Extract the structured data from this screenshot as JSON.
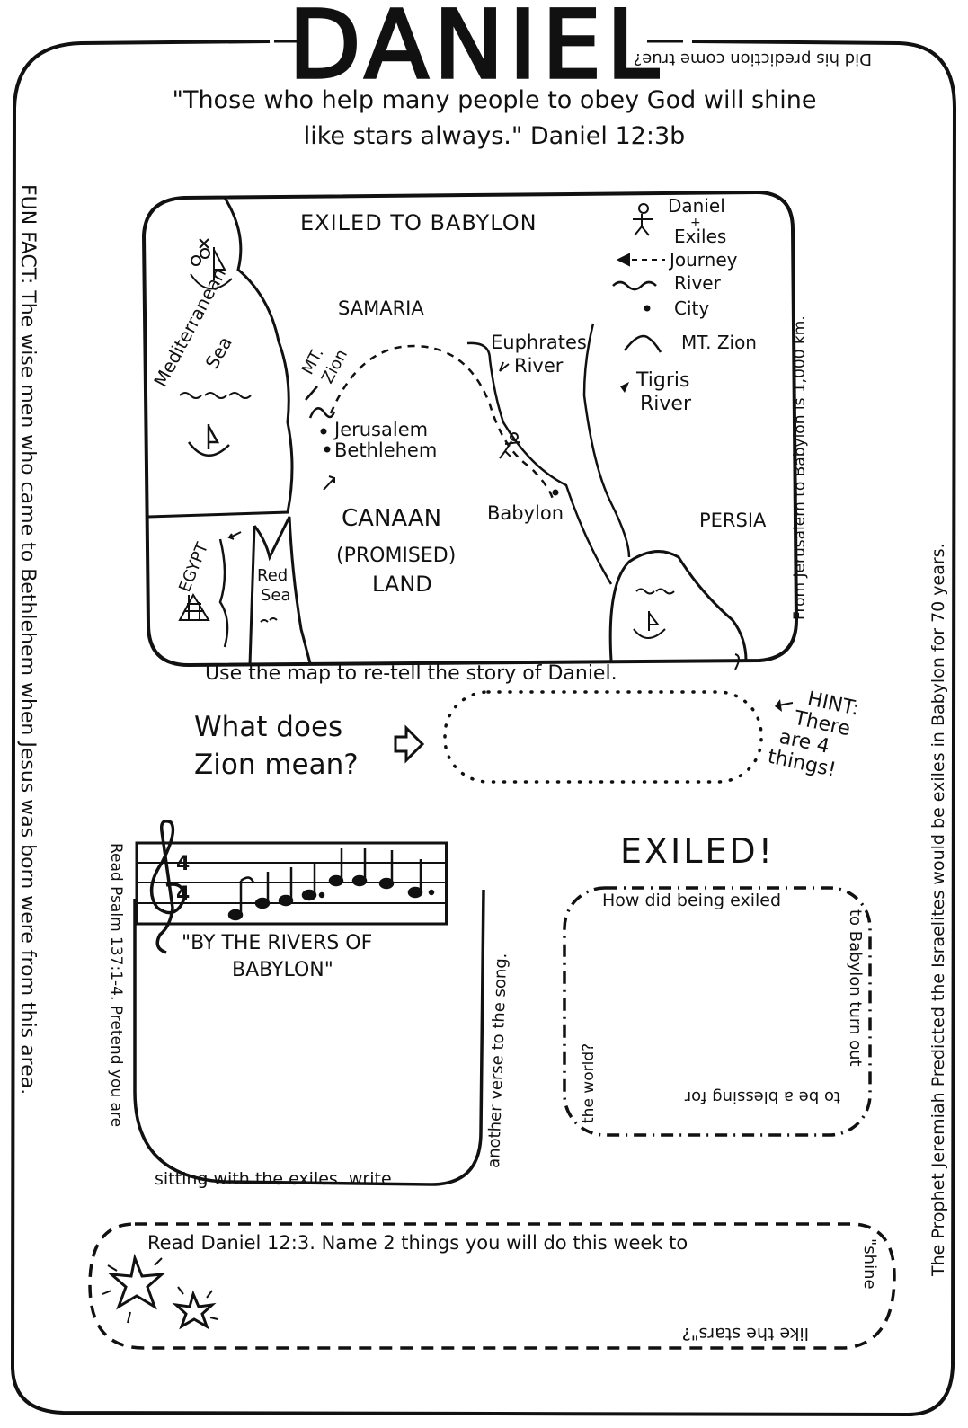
{
  "title": "DANIEL",
  "quote": {
    "line1": "\"Those who help many people to obey God will shine",
    "line2": "like stars always.\" Daniel 12:3b"
  },
  "side_text": {
    "left": "FUN FACT: The wise men who came to Bethlehem when Jesus was born were from this area.",
    "right_top": "Did his prediction come true?",
    "right": "The Prophet Jeremiah Predicted the Israelites would be exiles in Babylon for 70 years.",
    "map_distance": "From Jerusalem to Babylon is 1,000 km."
  },
  "map": {
    "title": "EXILED TO BABYLON",
    "labels": {
      "sea": "Mediterranean",
      "sea2": "Sea",
      "samaria": "SAMARIA",
      "mt_zion": "MT.",
      "mt_zion2": "Zion",
      "jerusalem": "Jerusalem",
      "bethlehem": "Bethlehem",
      "euphrates": "Euphrates",
      "euphrates2": "River",
      "tigris": "Tigris",
      "tigris2": "River",
      "canaan": "CANAAN",
      "promised": "(PROMISED)",
      "land": "LAND",
      "babylon": "Babylon",
      "persia": "PERSIA",
      "egypt": "EGYPT",
      "red": "Red",
      "red_sea": "Sea"
    },
    "legend": {
      "daniel": "Daniel",
      "plus": "+",
      "exiles": "Exiles",
      "journey": "Journey",
      "river": "River",
      "city": "City",
      "mtzion": "MT. Zion"
    },
    "caption": "Use the map to re-tell the story of Daniel."
  },
  "zion_question": {
    "line1": "What does",
    "line2": "Zion mean?"
  },
  "hint": {
    "line1": "HINT:",
    "line2": "There",
    "line3": "are 4",
    "line4": "things!"
  },
  "music": {
    "time_top": "4",
    "time_bottom": "4",
    "song_line1": "\"BY THE RIVERS OF",
    "song_line2": "BABYLON\"",
    "instruction_left": "Read Psalm 137:1-4. Pretend you are",
    "instruction_bottom": "sitting with the exiles. write",
    "instruction_right": "another verse to the song."
  },
  "exiled": {
    "heading": "EXILED!",
    "q_top": "How did being exiled",
    "q_right": "to Babylon turn out",
    "q_bottom": "to be a blessing for",
    "q_left": "the world?"
  },
  "stars": {
    "line1": "Read Daniel 12:3. Name 2 things you will do this week to",
    "right": "\"shine",
    "bottom": "like the stars\"?"
  }
}
